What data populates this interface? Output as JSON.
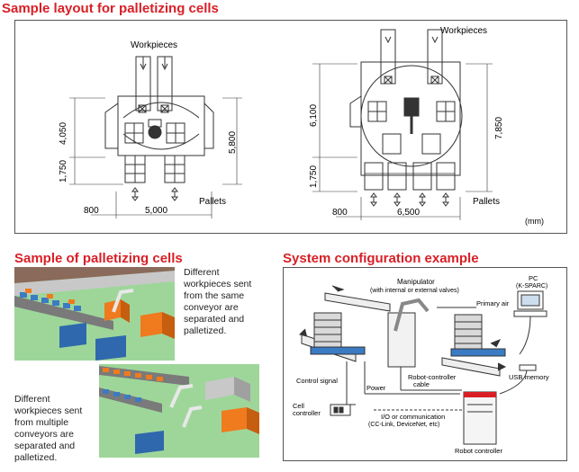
{
  "headings": {
    "layout": "Sample layout for palletizing cells",
    "cells": "Sample of palletizing cells",
    "system": "System configuration example"
  },
  "layout_left": {
    "workpieces": "Workpieces",
    "pallets": "Pallets",
    "dim_h1": "4,050",
    "dim_h2": "1,750",
    "dim_total": "5,800",
    "dim_w": "5,000",
    "dim_offset": "800"
  },
  "layout_right": {
    "workpieces": "Workpieces",
    "pallets": "Pallets",
    "dim_h1": "6,100",
    "dim_h2": "1,750",
    "dim_total": "7,850",
    "dim_w": "6,500",
    "dim_offset": "800",
    "unit": "(mm)"
  },
  "cells": {
    "desc1": [
      "Different",
      "workpieces sent",
      "from the same",
      "conveyor are",
      "separated and",
      "palletized."
    ],
    "desc2": [
      "Different",
      "workpieces sent",
      "from multiple",
      "conveyors are",
      "separated and",
      "palletized."
    ]
  },
  "system": {
    "manipulator": "Manipulator",
    "manipulator_sub": "(with internal or external valves)",
    "pc": "PC",
    "pc_sub": "(K-SPARC)",
    "primary_air": "Primary air",
    "usb": "USB memory",
    "control_signal": "Control signal",
    "power": "Power",
    "robot_cable": "Robot-controller",
    "robot_cable2": "cable",
    "cell_ctrl": "Cell",
    "cell_ctrl2": "controller",
    "io": "I/O or communication",
    "io_sub": "(CC-Link, DeviceNet, etc)",
    "robot_ctrl": "Robot controller"
  },
  "colors": {
    "heading": "#d81f26",
    "conveyor_blue": "#3b7bc4",
    "box_orange": "#f07a1e",
    "floor_green": "#9ed69a",
    "stack_gray": "#aaaaaa"
  }
}
